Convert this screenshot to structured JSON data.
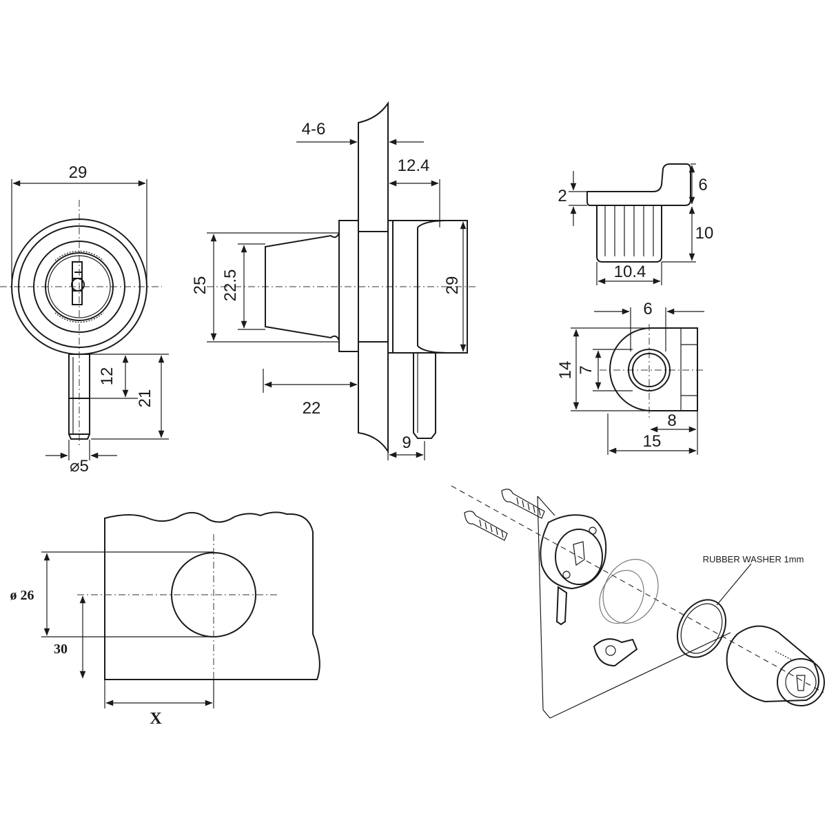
{
  "front_view": {
    "dim_width": "29",
    "dim_pin_short": "12",
    "dim_pin_long": "21",
    "dim_pin_dia": "⌀5"
  },
  "side_view": {
    "dim_panel": "4-6",
    "dim_body_depth": "12.4",
    "dim_flange": "25",
    "dim_barrel": "22.5",
    "dim_body_height": "29",
    "dim_projection": "22",
    "dim_pin_offset": "9"
  },
  "striker_side": {
    "dim_top": "2",
    "dim_lip": "6",
    "dim_height": "10",
    "dim_width": "10.4"
  },
  "striker_top": {
    "dim_hole_offset": "6",
    "dim_height": "14",
    "dim_hole": "7",
    "dim_tail": "8",
    "dim_length": "15"
  },
  "cutout": {
    "dim_dia": "ø 26",
    "dim_offset": "30",
    "dim_x": "X"
  },
  "exploded": {
    "washer_label": "RUBBER WASHER 1mm"
  }
}
